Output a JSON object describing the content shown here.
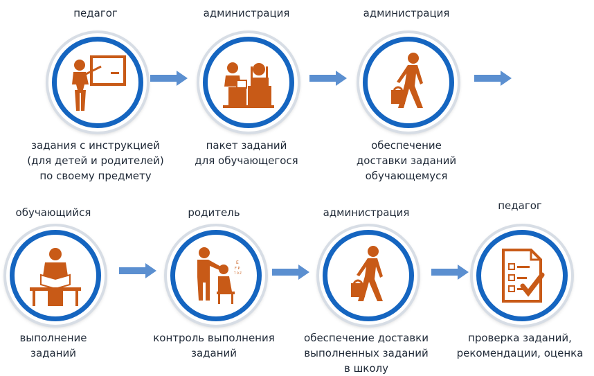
{
  "steps": [
    {
      "role": "педагог",
      "icon": "teacher-at-board-icon",
      "caption": [
        "задания с инструкцией",
        "(для детей и родителей)",
        "по своему предмету"
      ]
    },
    {
      "role": "администрация",
      "icon": "administration-desk-icon",
      "caption": [
        "пакет заданий",
        "для обучающегося"
      ]
    },
    {
      "role": "администрация",
      "icon": "person-walking-with-bag-icon",
      "caption": [
        "обеспечение",
        "доставки заданий",
        "обучающемуся"
      ]
    },
    {
      "role": "обучающийся",
      "icon": "student-reading-icon",
      "caption": [
        "выполнение",
        "заданий"
      ]
    },
    {
      "role": "родитель",
      "icon": "parent-helping-child-icon",
      "caption": [
        "контроль выполнения",
        "заданий"
      ]
    },
    {
      "role": "администрация",
      "icon": "person-walking-with-bag-icon",
      "caption": [
        "обеспечение доставки",
        "выполненных заданий",
        "в школу"
      ]
    },
    {
      "role": "педагог",
      "icon": "checklist-icon",
      "caption": [
        "проверка заданий,",
        "рекомендации, оценка"
      ]
    }
  ],
  "colors": {
    "ring": "#1565c0",
    "icon": "#c85a17",
    "arrow": "#5b8fd0"
  }
}
